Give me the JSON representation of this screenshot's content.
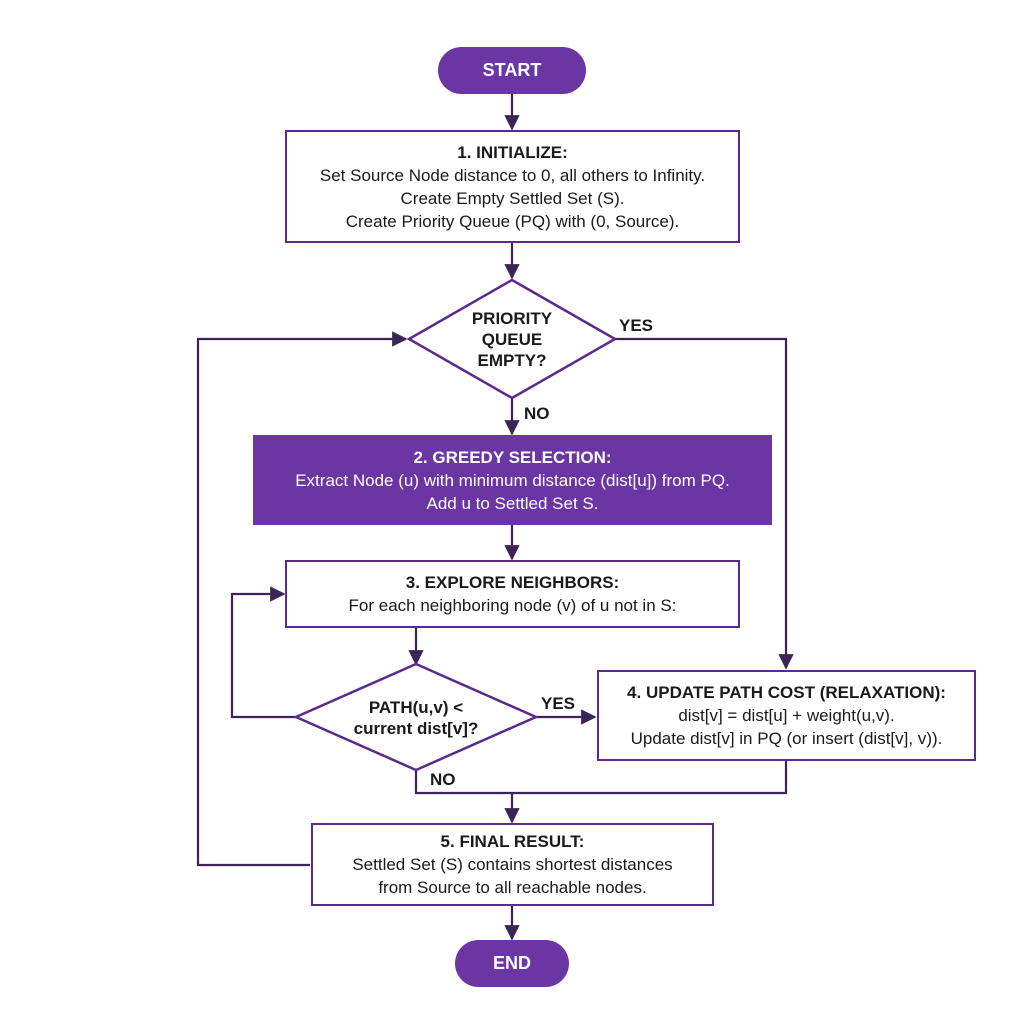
{
  "colors": {
    "accent": "#6b35a3",
    "stroke": "#5b2a8c",
    "line": "#3d2456"
  },
  "start": {
    "label": "START"
  },
  "init": {
    "title": "1. INITIALIZE:",
    "lines": [
      "Set Source Node distance to 0, all others to Infinity.",
      "Create Empty Settled Set (S).",
      "Create Priority Queue (PQ) with (0, Source)."
    ]
  },
  "pq_check": {
    "line1": "PRIORITY",
    "line2": "QUEUE",
    "line3": "EMPTY?"
  },
  "greedy": {
    "title": "2. GREEDY SELECTION:",
    "lines": [
      "Extract Node (u) with minimum distance (dist[u]) from PQ.",
      "Add u to Settled Set S."
    ]
  },
  "explore": {
    "title": "3. EXPLORE NEIGHBORS:",
    "lines": [
      "For each neighboring node (v) of u not in S:"
    ]
  },
  "path_check": {
    "line1": "PATH(u,v) <",
    "line2": "current dist[v]?"
  },
  "update": {
    "title": "4. UPDATE PATH COST (RELAXATION):",
    "lines": [
      "dist[v] = dist[u] + weight(u,v).",
      "Update dist[v] in PQ (or insert (dist[v], v))."
    ]
  },
  "final": {
    "title": "5. FINAL RESULT:",
    "lines": [
      "Settled Set (S) contains shortest distances",
      "from Source to all reachable nodes."
    ]
  },
  "end": {
    "label": "END"
  },
  "edge_labels": {
    "pq_yes": "YES",
    "pq_no": "NO",
    "path_yes": "YES",
    "path_no": "NO"
  }
}
